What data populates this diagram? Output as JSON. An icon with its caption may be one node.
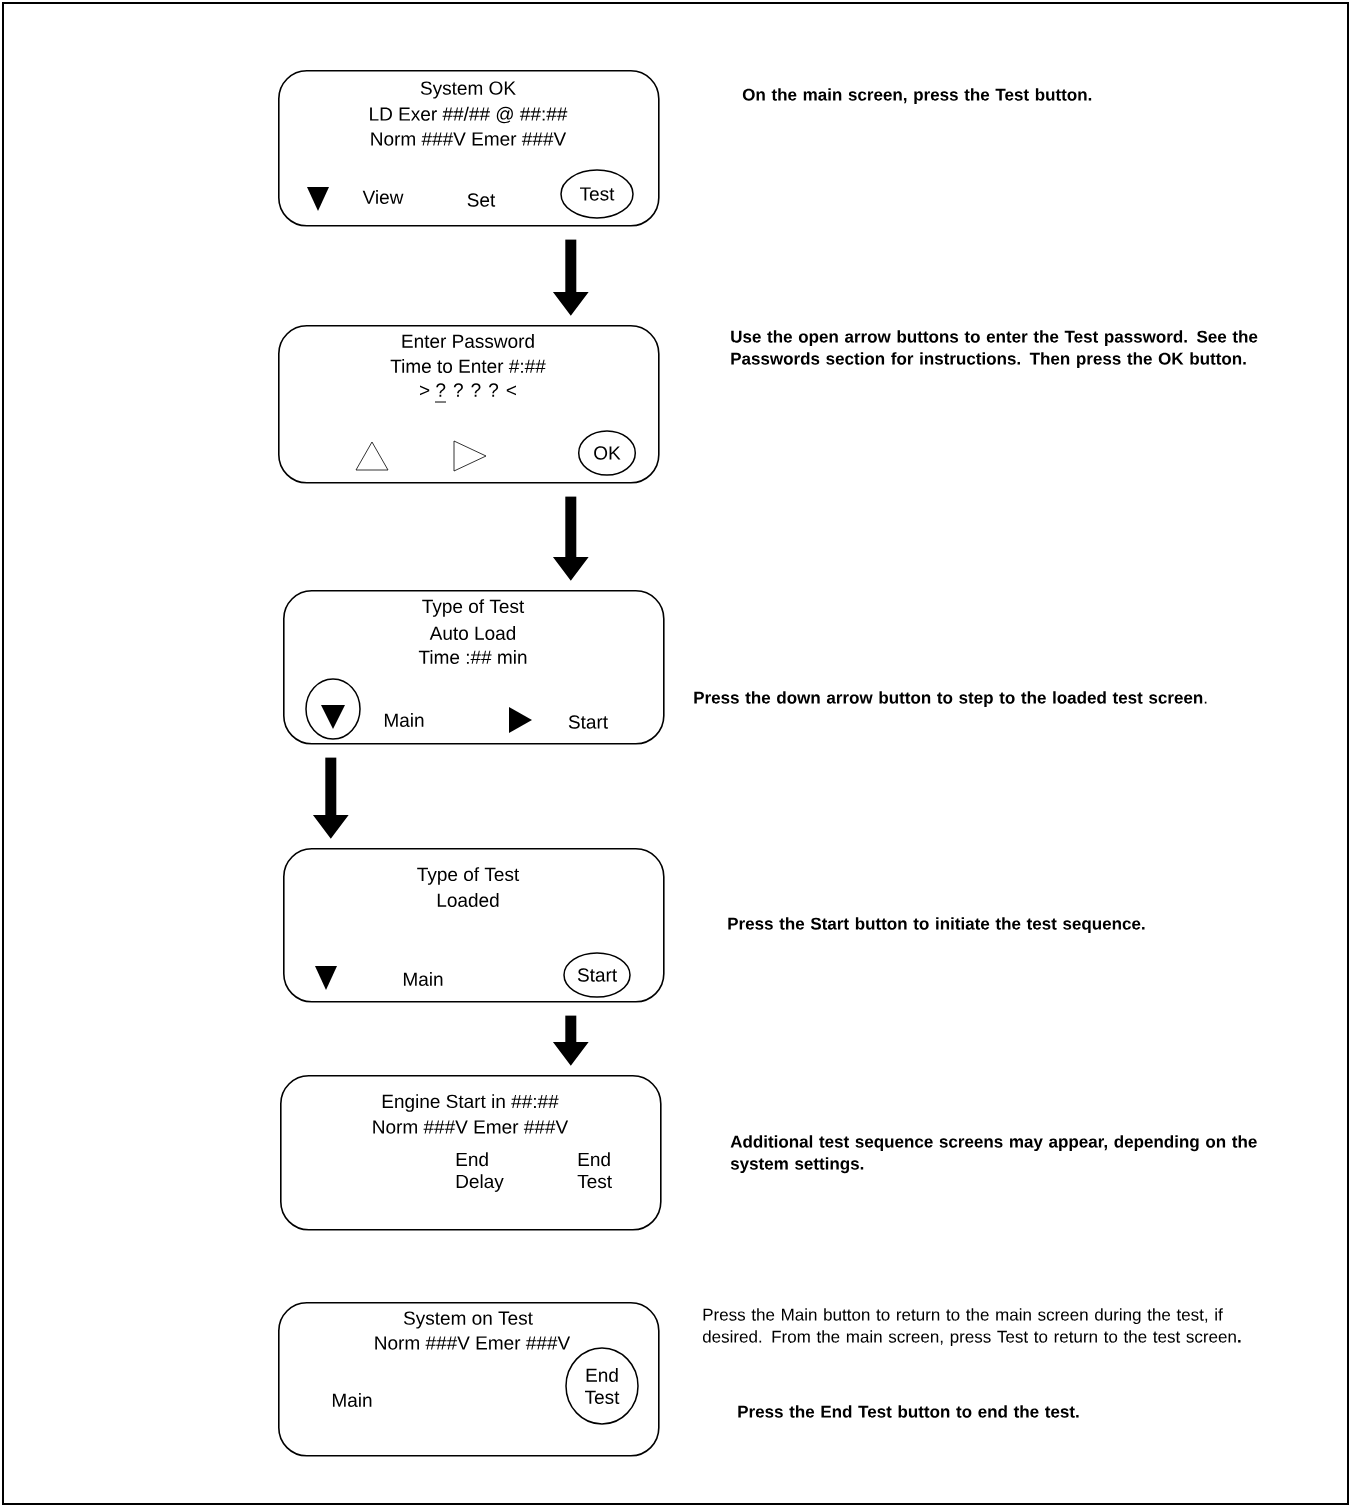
{
  "diagram": {
    "nodes": [
      {
        "text": [
          "System OK",
          "LD Exer ##/## @ ##:##",
          "Norm ###V Emer ###V",
          "View",
          "Set"
        ]
      },
      {
        "text": [
          "Test"
        ],
        "in": 0
      },
      {
        "text": [
          "Enter Password",
          "Time to Enter #:##",
          "> ? ? ? ? <"
        ]
      },
      {
        "text": [
          "OK"
        ],
        "in": 2
      },
      {
        "text": [
          "Type of Test",
          "Auto Load",
          "Time :## min",
          "Main",
          "Start"
        ]
      },
      {
        "text": [
          "Type of Test",
          "Loaded",
          "Main"
        ]
      },
      {
        "text": [
          "Start"
        ],
        "in": 5
      },
      {
        "text": [
          "Engine Start in ##:##",
          "Norm ###V Emer ###V",
          "End Delay",
          "End Test"
        ]
      },
      {
        "text": [
          "System on Test",
          "Norm ###V Emer ###V",
          "Main"
        ]
      },
      {
        "text": [
          "End Test"
        ],
        "in": 8
      }
    ],
    "edges": [
      {
        "from": 0,
        "to": 2,
        "arrow": "to"
      },
      {
        "from": 2,
        "to": 4,
        "arrow": "to"
      },
      {
        "from": 4,
        "to": 5,
        "arrow": "to"
      },
      {
        "from": 5,
        "to": 7,
        "arrow": "to"
      }
    ],
    "labels": [
      "**On the main screen, press the Test button**.",
      "Use the open arrow buttons to enter the Test password. See the Passwords section for instructions. Then press the OK button.",
      "**Press the down arrow button to step to the loaded test screen**.",
      "Press the Start button to initiate the test sequence.",
      "Additional test sequence screens may appear, depending on the system settings.",
      "Press the Main button to return to the main screen during the test, if desired. From the main screen, press Test to return to the test screen**.**",
      "Press the End Test button to end the test."
    ]
  }
}
